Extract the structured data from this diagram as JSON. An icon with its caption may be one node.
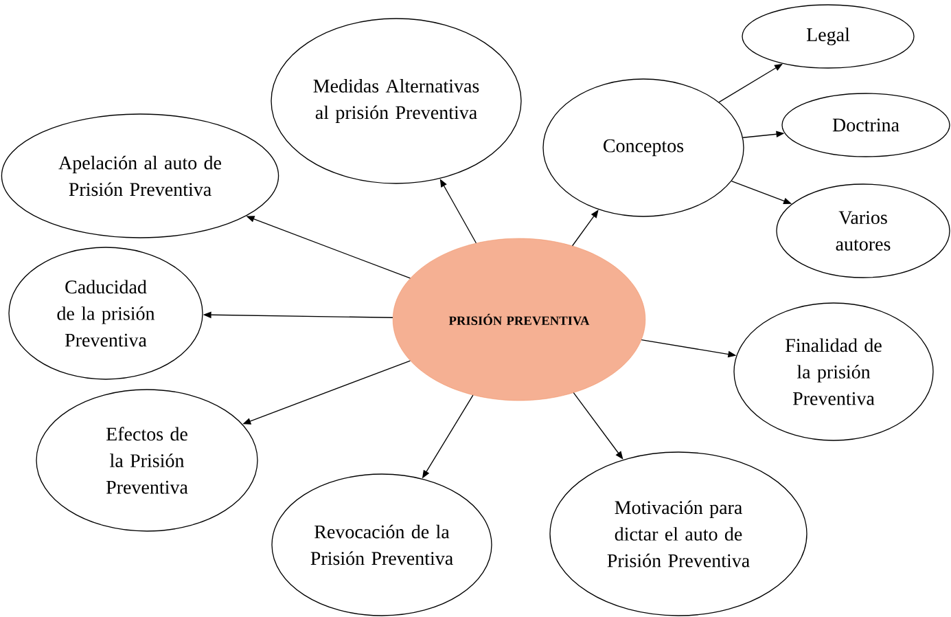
{
  "diagram": {
    "nodes": [
      {
        "text": [
          "PRISIÓN PREVENTIVA"
        ]
      },
      {
        "text": [
          "Medidas Alternativas al prisión Preventiva"
        ]
      },
      {
        "text": [
          "Conceptos"
        ]
      },
      {
        "text": [
          "Legal"
        ]
      },
      {
        "text": [
          "Doctrina"
        ]
      },
      {
        "text": [
          "Varios autores"
        ]
      },
      {
        "text": [
          "Apelación al auto de Prisión Preventiva"
        ]
      },
      {
        "text": [
          "Caducidad de la prisión Preventiva"
        ]
      },
      {
        "text": [
          "Finalidad de la prisión Preventiva"
        ]
      },
      {
        "text": [
          "Efectos de la Prisión Preventiva"
        ]
      },
      {
        "text": [
          "Revocación de la Prisión Preventiva"
        ]
      },
      {
        "text": [
          "Motivación para dictar el auto de Prisión Preventiva"
        ]
      }
    ],
    "edges": [
      {
        "from": 0,
        "to": 1,
        "arrow": "to"
      },
      {
        "from": 0,
        "to": 2,
        "arrow": "to"
      },
      {
        "from": 2,
        "to": 3,
        "arrow": "to"
      },
      {
        "from": 2,
        "to": 4,
        "arrow": "to"
      },
      {
        "from": 2,
        "to": 5,
        "arrow": "to"
      },
      {
        "from": 0,
        "to": 6,
        "arrow": "to"
      },
      {
        "from": 0,
        "to": 7,
        "arrow": "to"
      },
      {
        "from": 0,
        "to": 8,
        "arrow": "to"
      },
      {
        "from": 0,
        "to": 9,
        "arrow": "to"
      },
      {
        "from": 0,
        "to": 10,
        "arrow": "to"
      },
      {
        "from": 0,
        "to": 11,
        "arrow": "to"
      }
    ]
  }
}
